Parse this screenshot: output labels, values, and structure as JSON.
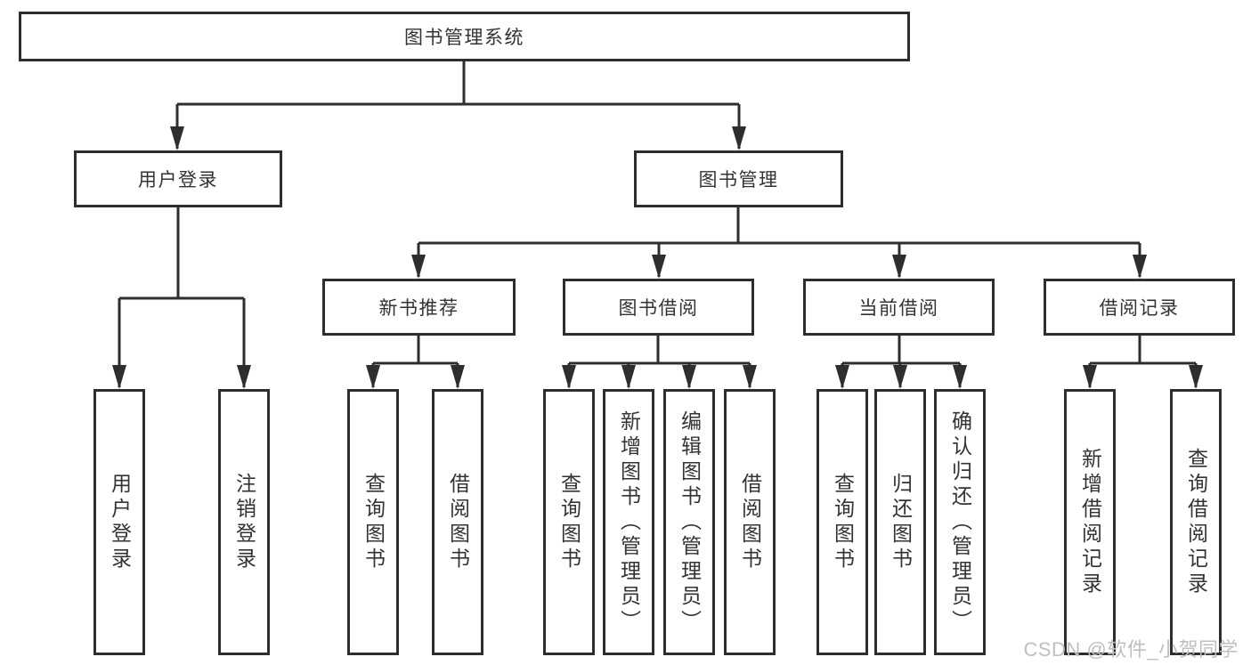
{
  "tree": {
    "root": {
      "label": "图书管理系统"
    },
    "branches": [
      {
        "label": "用户登录",
        "leaves": [
          "用户登录",
          "注销登录"
        ]
      },
      {
        "label": "图书管理",
        "children": [
          {
            "label": "新书推荐",
            "leaves": [
              "查询图书",
              "借阅图书"
            ]
          },
          {
            "label": "图书借阅",
            "leaves": [
              "查询图书",
              "新增图书（管理员）",
              "编辑图书（管理员）",
              "借阅图书"
            ]
          },
          {
            "label": "当前借阅",
            "leaves": [
              "查询图书",
              "归还图书",
              "确认归还（管理员）"
            ]
          },
          {
            "label": "借阅记录",
            "leaves": [
              "新增借阅记录",
              "查询借阅记录"
            ]
          }
        ]
      }
    ]
  },
  "watermark": {
    "text": "CSDN @软件_小贺同学",
    "color": "#bfbfbf"
  },
  "colors": {
    "line": "#2e2e2e",
    "box_border": "#2e2e2e",
    "text": "#333333",
    "background": "#ffffff"
  }
}
